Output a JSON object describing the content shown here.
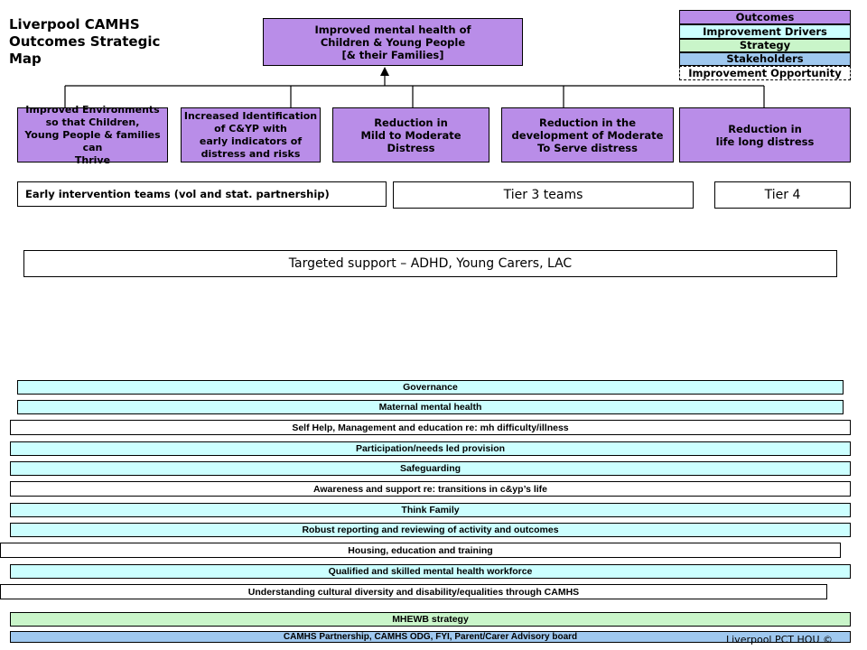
{
  "title": "Liverpool CAMHS Outcomes Strategic Map",
  "top_outcome": "Improved mental health of\nChildren & Young People\n[& their Families]",
  "legend": {
    "outcomes": "Outcomes",
    "drivers": "Improvement Drivers",
    "strategy": "Strategy",
    "stakeholders": "Stakeholders",
    "opportunity": "Improvement Opportunity"
  },
  "outcomes": [
    "Improved Environments\nso that Children,\nYoung People & families can\nThrive",
    "Increased Identification\nof C&YP with\nearly indicators of\ndistress and risks",
    "Reduction in\nMild to Moderate\nDistress",
    "Reduction in the\ndevelopment of Moderate\nTo Serve distress",
    "Reduction in\nlife long distress"
  ],
  "tiers": {
    "early": "Early intervention teams (vol and stat. partnership)",
    "tier3": "Tier 3 teams",
    "tier4": "Tier 4"
  },
  "targeted": "Targeted support – ADHD, Young Carers, LAC",
  "drivers": [
    "Governance",
    "Maternal mental health",
    "Self Help, Management and education re: mh difficulty/illness",
    "Participation/needs led provision",
    "Safeguarding",
    "Awareness and support re: transitions in c&yp’s life",
    "Think Family",
    "Robust reporting and reviewing of activity and outcomes",
    "Housing, education and training",
    "Qualified and skilled mental health workforce",
    "Understanding cultural diversity and disability/equalities through CAMHS"
  ],
  "strategy": "MHEWB strategy",
  "stakeholders": "CAMHS Partnership, CAMHS ODG, FYI, Parent/Carer Advisory board",
  "footer": "Liverpool PCT HOU ©",
  "colors": {
    "outcome": "#b98de8",
    "driver": "#ccffff",
    "strategy": "#c9f5c9",
    "stakeholder": "#9fc8ef"
  }
}
